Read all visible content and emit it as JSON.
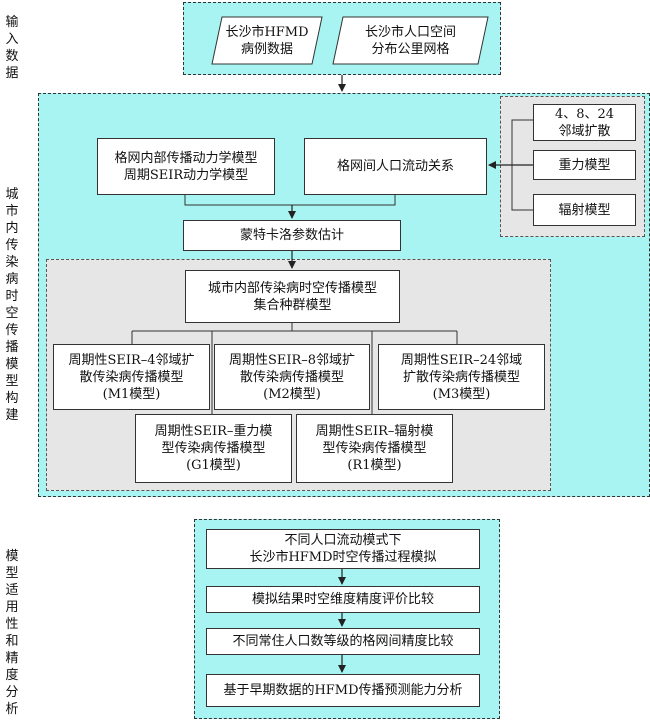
{
  "side_labels": {
    "input": "输入数据",
    "build": "城市内传染病时空传播模型构建",
    "analysis": "模型适用性和精度分析"
  },
  "inputs": {
    "hfmd": "长沙市HFMD\n病例数据",
    "population": "长沙市人口空间\n分布公里网格"
  },
  "dynamics": {
    "grid_internal": "格网内部传播动力学模型\n周期SEIR动力学模型",
    "grid_flow": "格网间人口流动关系"
  },
  "flow_models": {
    "neighbors": "4、8、24\n邻域扩散",
    "gravity": "重力模型",
    "radiation": "辐射模型"
  },
  "estimation": "蒙特卡洛参数估计",
  "ensemble": "城市内部传染病时空传播模型\n集合种群模型",
  "models": {
    "m1": "周期性SEIR–4邻域扩\n散传染病传播模型\n(M1模型)",
    "m2": "周期性SEIR–8邻域扩\n散传染病传播模型\n(M2模型)",
    "m3": "周期性SEIR–24邻域\n扩散传染病传播模型\n(M3模型)",
    "g1": "周期性SEIR–重力模\n型传染病传播模型\n(G1模型)",
    "r1": "周期性SEIR–辐射模\n型传染病传播模型\n(R1模型)"
  },
  "analysis_steps": [
    "不同人口流动模式下\n长沙市HFMD时空传播过程模拟",
    "模拟结果时空维度精度评价比较",
    "不同常住人口数等级的格网间精度比较",
    "基于早期数据的HFMD传播预测能力分析"
  ],
  "colors": {
    "cyan": "#a8f4f2",
    "grey": "#e6e6e6",
    "line": "#333333"
  }
}
